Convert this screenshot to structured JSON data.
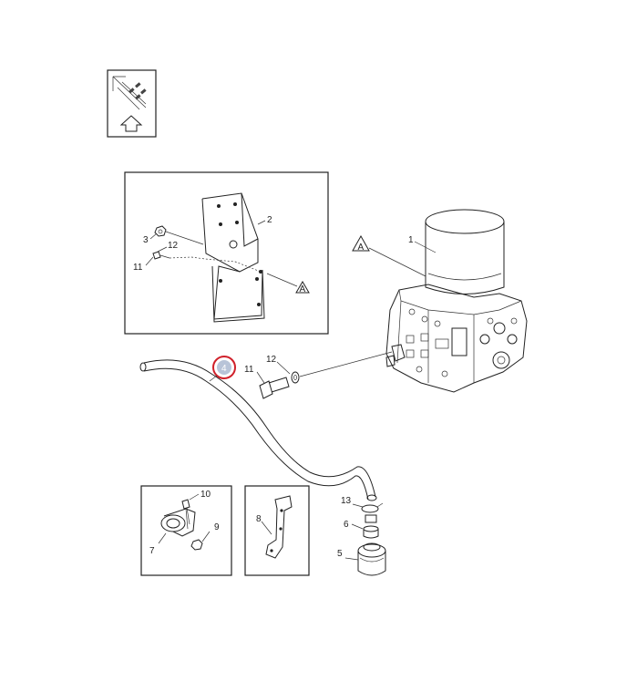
{
  "callouts": {
    "c1": "1",
    "c2": "2",
    "c3": "3",
    "c4": "4",
    "c5": "5",
    "c6": "6",
    "c7": "7",
    "c8": "8",
    "c9": "9",
    "c10": "10",
    "c11_inset": "11",
    "c11": "11",
    "c12_inset": "12",
    "c12": "12",
    "c13": "13"
  },
  "references": {
    "a_main": "A",
    "a_inset": "A"
  },
  "highlight_color": "#d0202a",
  "marker_fill": "#b8c4d8",
  "icons": {
    "orientation": "forward-arrow-icon"
  }
}
